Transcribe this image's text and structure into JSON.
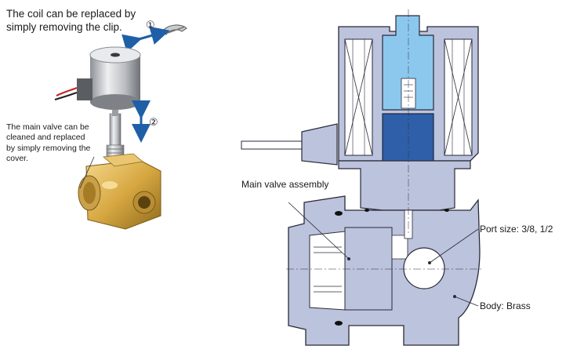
{
  "annotations": {
    "coil_note": "The coil can be replaced by simply removing the clip.",
    "main_valve_note": "The main valve can be cleaned and replaced by simply removing the cover.",
    "main_valve_assembly": "Main valve assembly",
    "port_size": "Port size: 3/8, 1/2",
    "body": "Body: Brass"
  },
  "steps": {
    "step1": "①",
    "step2": "②"
  },
  "colors": {
    "body_fill": "#bcc3dc",
    "body_stroke": "#2a2a3a",
    "core_light": "#8cc8ee",
    "core_dark": "#2e5fa8",
    "arrow_blue": "#1f5fa8",
    "brass": "#d7a842"
  }
}
